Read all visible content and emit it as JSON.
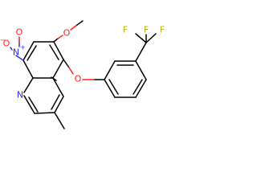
{
  "molecule": {
    "atoms": {
      "nitro_n": "N",
      "nitro_n_charge": "+",
      "nitro_o_left": "O",
      "nitro_o_left_charge": "−",
      "nitro_o_up": "O",
      "methoxy_o": "O",
      "ether_o": "O",
      "ring_n": "N",
      "f1": "F",
      "f2": "F",
      "f3": "F"
    },
    "colors": {
      "bond": "#000000",
      "nitrogen": "#2b2bff",
      "oxygen": "#ff2020",
      "fluorine": "#b3b300"
    }
  }
}
